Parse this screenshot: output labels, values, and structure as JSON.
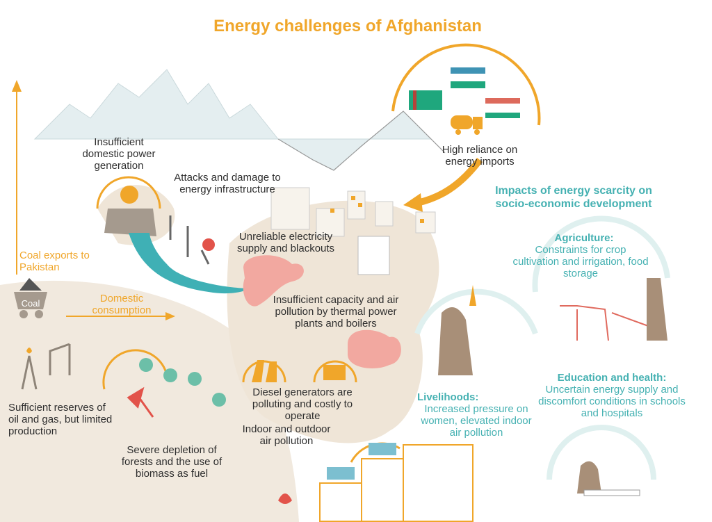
{
  "title": "Energy challenges of Afghanistan",
  "labels": {
    "insufficient_generation": "Insufficient domestic power generation",
    "attacks": "Attacks and damage to energy infrastructure",
    "high_reliance": "High reliance on energy imports",
    "unreliable": "Unreliable electricity supply and blackouts",
    "coal_exports": "Coal exports to Pakistan",
    "coal": "Coal",
    "domestic_consumption": "Domestic consumption",
    "insufficient_capacity": "Insufficient capacity and air pollution by thermal power plants and boilers",
    "diesel": "Diesel generators are polluting and costly to operate",
    "reserves": "Sufficient reserves of oil and gas, but limited production",
    "forests": "Severe depletion of forests and the use of biomass as fuel",
    "indoor": "Indoor and outdoor air pollution"
  },
  "impacts": {
    "heading": "Impacts of energy scarcity on socio-economic development",
    "agriculture_title": "Agriculture:",
    "agriculture_text": "Constraints for crop cultivation and irrigation, food storage",
    "livelihoods_title": "Livelihoods:",
    "livelihoods_text": "Increased pressure on women, elevated indoor air pollution",
    "education_title": "Education and health:",
    "education_text": "Uncertain energy supply and discomfort conditions in schools and hospitals"
  },
  "colors": {
    "orange": "#f0a62a",
    "teal": "#45b1b2",
    "beige": "#efe6da",
    "pink": "#f0a79c",
    "river": "#3fb0b5"
  }
}
